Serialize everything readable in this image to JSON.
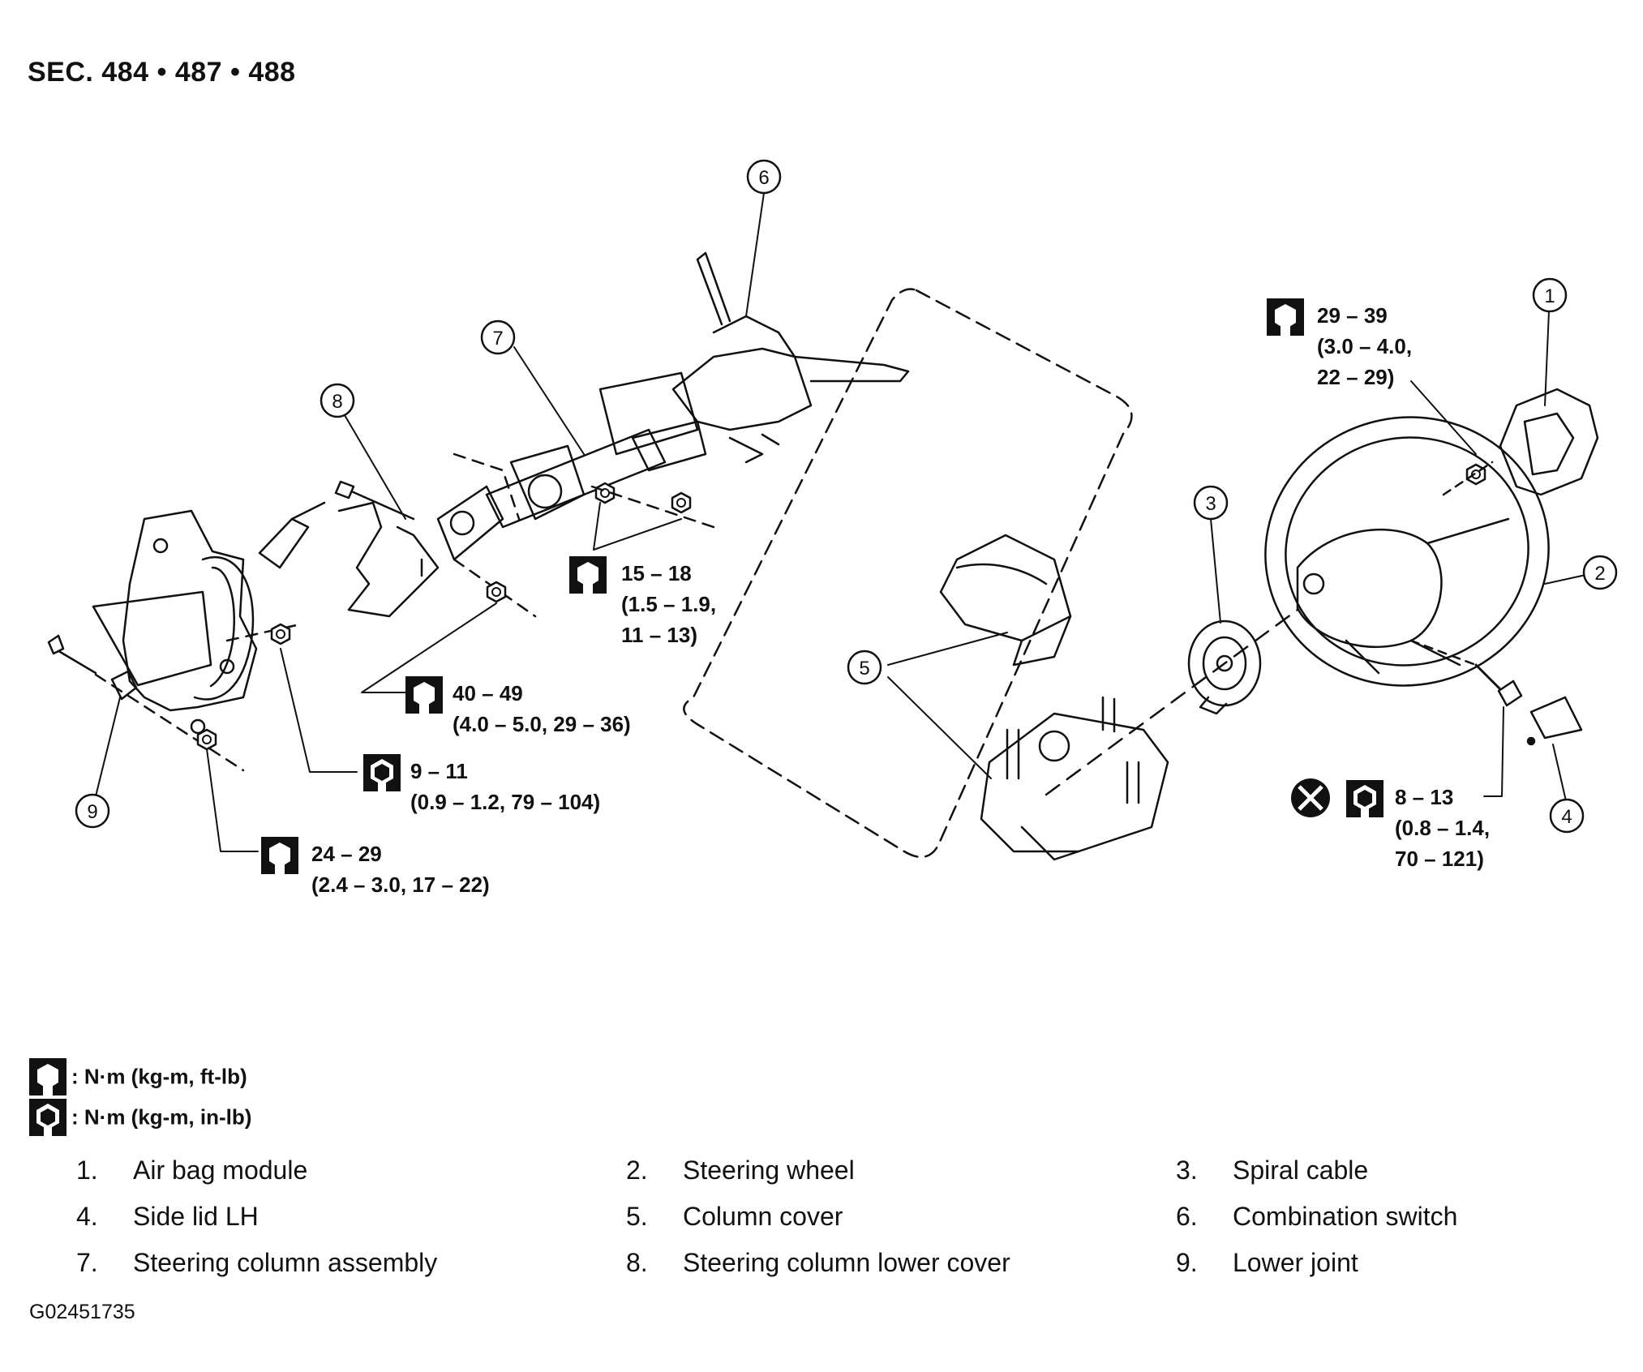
{
  "section_title": "SEC. 484 • 487 • 488",
  "figure_id": "G02451735",
  "callouts": {
    "c1": "1",
    "c2": "2",
    "c3": "3",
    "c4": "4",
    "c5": "5",
    "c6": "6",
    "c7": "7",
    "c8": "8",
    "c9": "9"
  },
  "torques": {
    "t1": {
      "line1": "29 – 39",
      "line2": "(3.0 – 4.0,",
      "line3": "22 – 29)"
    },
    "t2": {
      "line1": "15 – 18",
      "line2": "(1.5 – 1.9,",
      "line3": "11 – 13)"
    },
    "t3": {
      "line1": "40 – 49",
      "line2": "(4.0 – 5.0, 29 – 36)"
    },
    "t4": {
      "line1": "9 – 11",
      "line2": "(0.9 – 1.2, 79 – 104)"
    },
    "t5": {
      "line1": "24 – 29",
      "line2": "(2.4 – 3.0, 17 – 22)"
    },
    "t6": {
      "line1": "8 – 13",
      "line2": "(0.8 – 1.4,",
      "line3": "70 – 121)"
    }
  },
  "legend": {
    "ftlb": ": N·m (kg-m, ft-lb)",
    "inlb": ": N·m (kg-m, in-lb)"
  },
  "parts": [
    {
      "num": "1.",
      "name": "Air bag module"
    },
    {
      "num": "2.",
      "name": "Steering wheel"
    },
    {
      "num": "3.",
      "name": "Spiral cable"
    },
    {
      "num": "4.",
      "name": "Side lid LH"
    },
    {
      "num": "5.",
      "name": "Column cover"
    },
    {
      "num": "6.",
      "name": "Combination switch"
    },
    {
      "num": "7.",
      "name": "Steering column assembly"
    },
    {
      "num": "8.",
      "name": "Steering column lower cover"
    },
    {
      "num": "9.",
      "name": "Lower joint"
    }
  ]
}
